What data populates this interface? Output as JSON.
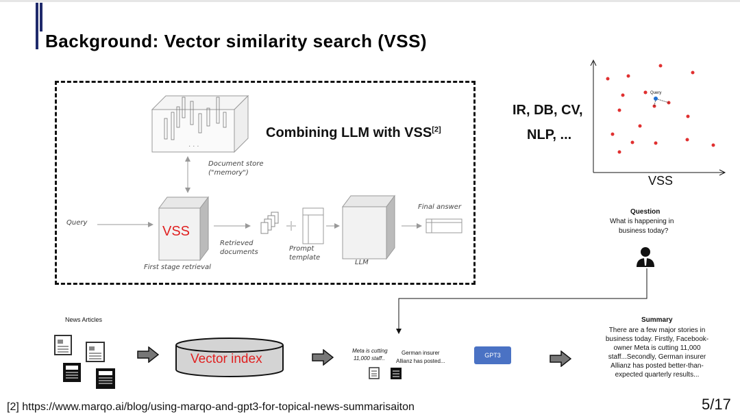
{
  "slide": {
    "title": "Background: Vector similarity search (VSS)",
    "page_number": "5/17",
    "footnote": "[2] https://www.marqo.ai/blog/using-marqo-and-gpt3-for-topical-news-summarisaiton"
  },
  "pipeline": {
    "heading": "Combining LLM with VSS",
    "heading_ref": "[2]",
    "document_store": "Document store",
    "document_store_sub": "(\"memory\")",
    "query": "Query",
    "vss": "VSS",
    "first_stage": "First stage  retrieval",
    "retrieved": "Retrieved",
    "retrieved_sub": "documents",
    "prompt": "Prompt",
    "prompt_sub": "template",
    "llm": "LLM",
    "final_answer": "Final answer"
  },
  "scatter": {
    "domains_line1": "IR, DB, CV,",
    "domains_line2": "NLP, ...",
    "query_label": "Query",
    "axis_label": "VSS"
  },
  "question": {
    "title": "Question",
    "line1": "What is happening in",
    "line2": "business today?"
  },
  "news": {
    "label": "News Articles",
    "vector_index": "Vector index",
    "snippet1_l1": "Meta is cutting",
    "snippet1_l2": "11,000 staff..",
    "snippet2_l1": "German insurer",
    "snippet2_l2": "Allianz has posted...",
    "gpt": "GPT3"
  },
  "summary": {
    "title": "Summary",
    "text": "There are a few major stories in business today. Firstly, Facebook-owner Meta is cutting 11,000 staff...Secondly, German insurer Allianz has posted better-than-expected quarterly results..."
  },
  "colors": {
    "accent_bar": "#1f2a6b",
    "vss_red": "#e02020",
    "point_red": "#e03030",
    "query_blue": "#1f6fd0",
    "gpt_blue": "#4a72c4"
  }
}
